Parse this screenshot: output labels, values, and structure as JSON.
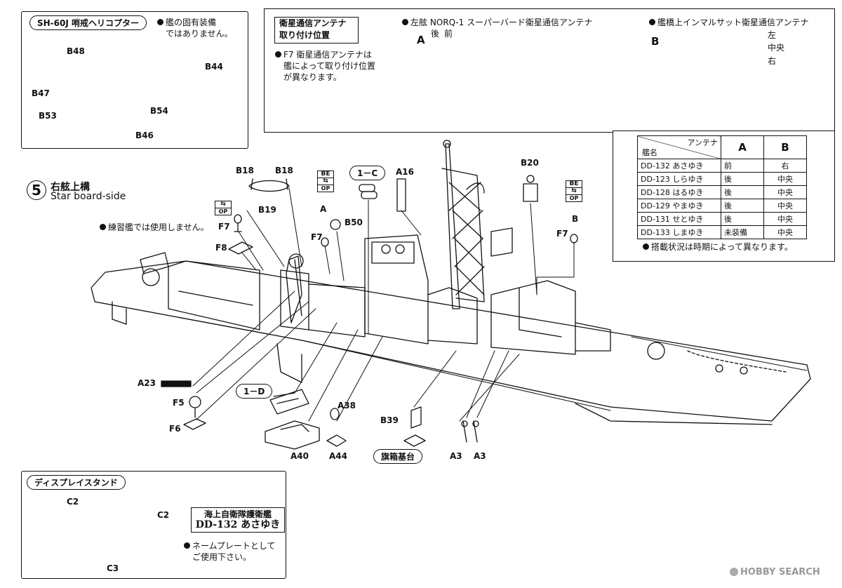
{
  "heli_box": {
    "title": "SH-60J 哨戒ヘリコプター",
    "note_line1": "艦の固有装備",
    "note_line2": "ではありません。",
    "parts": [
      "B48",
      "B44",
      "B47",
      "B54",
      "B53",
      "B46"
    ]
  },
  "antenna_box": {
    "title_line1": "衛星通信アンテナ",
    "title_line2": "取り付け位置",
    "note_line1": "F7 衛星通信アンテナは",
    "note_line2": "艦によって取り付け位置",
    "note_line3": "が異なります。",
    "left_caption": "左舷 NORQ-1 スーパーバード衛星通信アンテナ",
    "right_caption": "艦橋上インマルサット衛星通信アンテナ",
    "pos_a": "A",
    "pos_b": "B",
    "rear": "後",
    "front": "前",
    "left": "左",
    "center": "中央",
    "right": "右"
  },
  "antenna_table": {
    "header_antenna": "アンテナ",
    "header_ship": "艦名",
    "col_a": "A",
    "col_b": "B",
    "rows": [
      {
        "ship": "DD-132 あさゆき",
        "a": "前",
        "b": "右"
      },
      {
        "ship": "DD-123 しらゆき",
        "a": "後",
        "b": "中央"
      },
      {
        "ship": "DD-128 はるゆき",
        "a": "後",
        "b": "中央"
      },
      {
        "ship": "DD-129 やまゆき",
        "a": "後",
        "b": "中央"
      },
      {
        "ship": "DD-131 せとゆき",
        "a": "後",
        "b": "中央"
      },
      {
        "ship": "DD-133 しまゆき",
        "a": "未装備",
        "b": "中央"
      }
    ],
    "footnote": "搭載状況は時期によって異なります。"
  },
  "step": {
    "number": "5",
    "title_jp": "右舷上構",
    "title_en": "Star board-side",
    "training_note": "練習艦では使用しません。"
  },
  "icons": {
    "be": "BE",
    "op": "OP"
  },
  "parts": {
    "b18_left": "B18",
    "b18_right": "B18",
    "b19": "B19",
    "f7_left": "F7",
    "f8": "F8",
    "a_label": "A",
    "f7_mid": "F7",
    "b50": "B50",
    "one_c": "1－C",
    "a16": "A16",
    "b20": "B20",
    "b_label": "B",
    "f7_right": "F7",
    "a23": "A23",
    "f5": "F5",
    "f6": "F6",
    "one_d": "1－D",
    "a38": "A38",
    "b39": "B39",
    "a40": "A40",
    "a44": "A44",
    "flag_base": "旗箱基台",
    "a3_left": "A3",
    "a3_right": "A3"
  },
  "stand_box": {
    "title": "ディスプレイスタンド",
    "c2_left": "C2",
    "c2_right": "C2",
    "c3": "C3",
    "plate_line1": "海上自衛隊護衛艦",
    "plate_line2": "DD-132 あさゆき",
    "note_line1": "ネームプレートとして",
    "note_line2": "ご使用下さい。"
  },
  "watermark": "HOBBY SEARCH"
}
